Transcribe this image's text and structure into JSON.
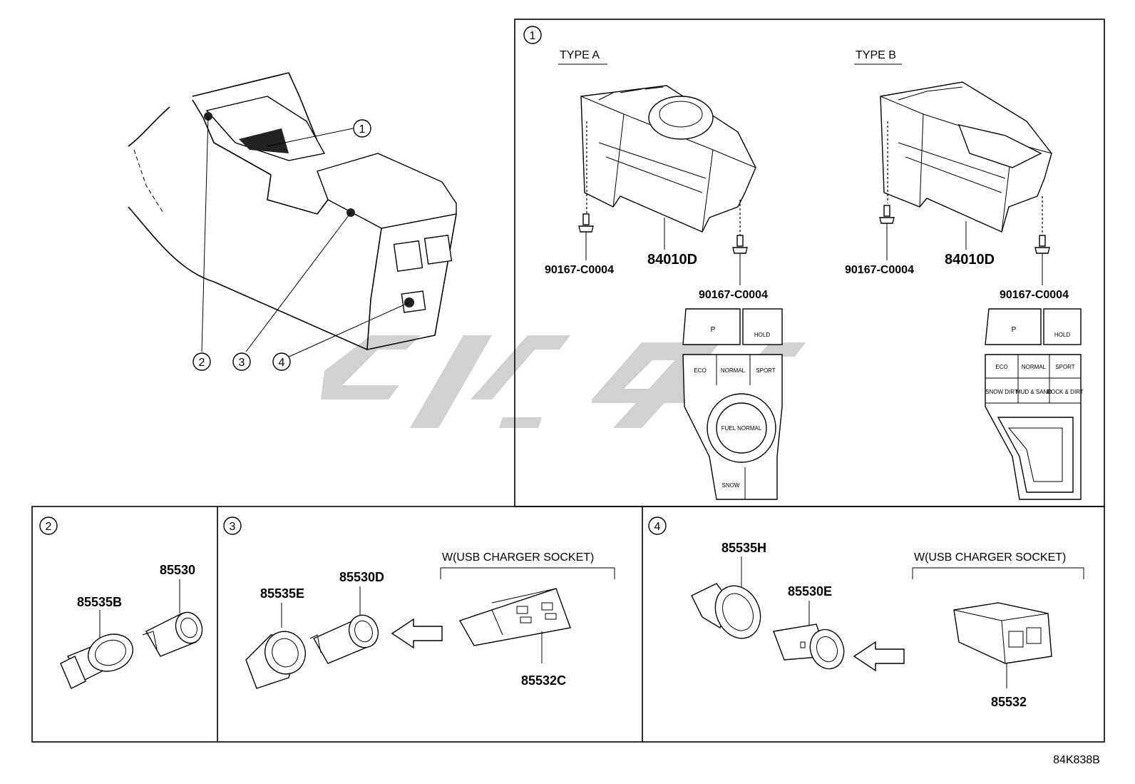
{
  "diagram_code": "84K838B",
  "callout_numbers": [
    "1",
    "2",
    "3",
    "4"
  ],
  "panel1": {
    "number": "1",
    "type_a": {
      "label": "TYPE A",
      "switch_part": "84010D",
      "screw_left": "90167-C0004",
      "screw_right": "90167-C0004",
      "face_buttons": [
        "P",
        "HOLD",
        "ECO",
        "NORMAL",
        "SPORT",
        "FUEL NORMAL",
        "SNOW"
      ]
    },
    "type_b": {
      "label": "TYPE B",
      "switch_part": "84010D",
      "screw_left": "90167-C0004",
      "screw_right": "90167-C0004",
      "face_buttons": [
        "P",
        "HOLD",
        "ECO",
        "NORMAL",
        "SPORT",
        "SNOW DIRT",
        "MUD & SAND",
        "ROCK & DIRT"
      ]
    }
  },
  "panel2": {
    "number": "2",
    "parts": [
      "85535B",
      "85530"
    ]
  },
  "panel3": {
    "number": "3",
    "parts": [
      "85535E",
      "85530D"
    ],
    "option_label": "W(USB CHARGER SOCKET)",
    "option_part": "85532C"
  },
  "panel4": {
    "number": "4",
    "parts": [
      "85535H",
      "85530E"
    ],
    "option_label": "W(USB CHARGER SOCKET)",
    "option_part": "85532"
  },
  "watermark_color": "#c8c8c8"
}
